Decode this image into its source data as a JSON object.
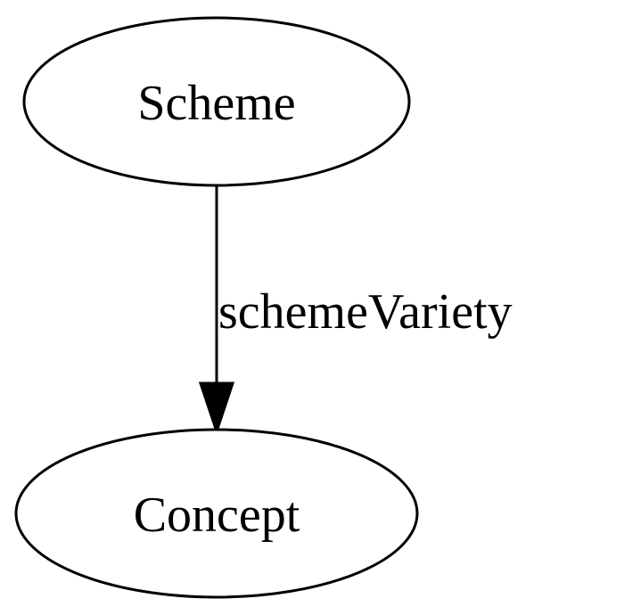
{
  "diagram": {
    "nodes": {
      "scheme": {
        "label": "Scheme"
      },
      "concept": {
        "label": "Concept"
      }
    },
    "edges": {
      "scheme_to_concept": {
        "label": "schemeVariety",
        "from": "Scheme",
        "to": "Concept"
      }
    }
  }
}
